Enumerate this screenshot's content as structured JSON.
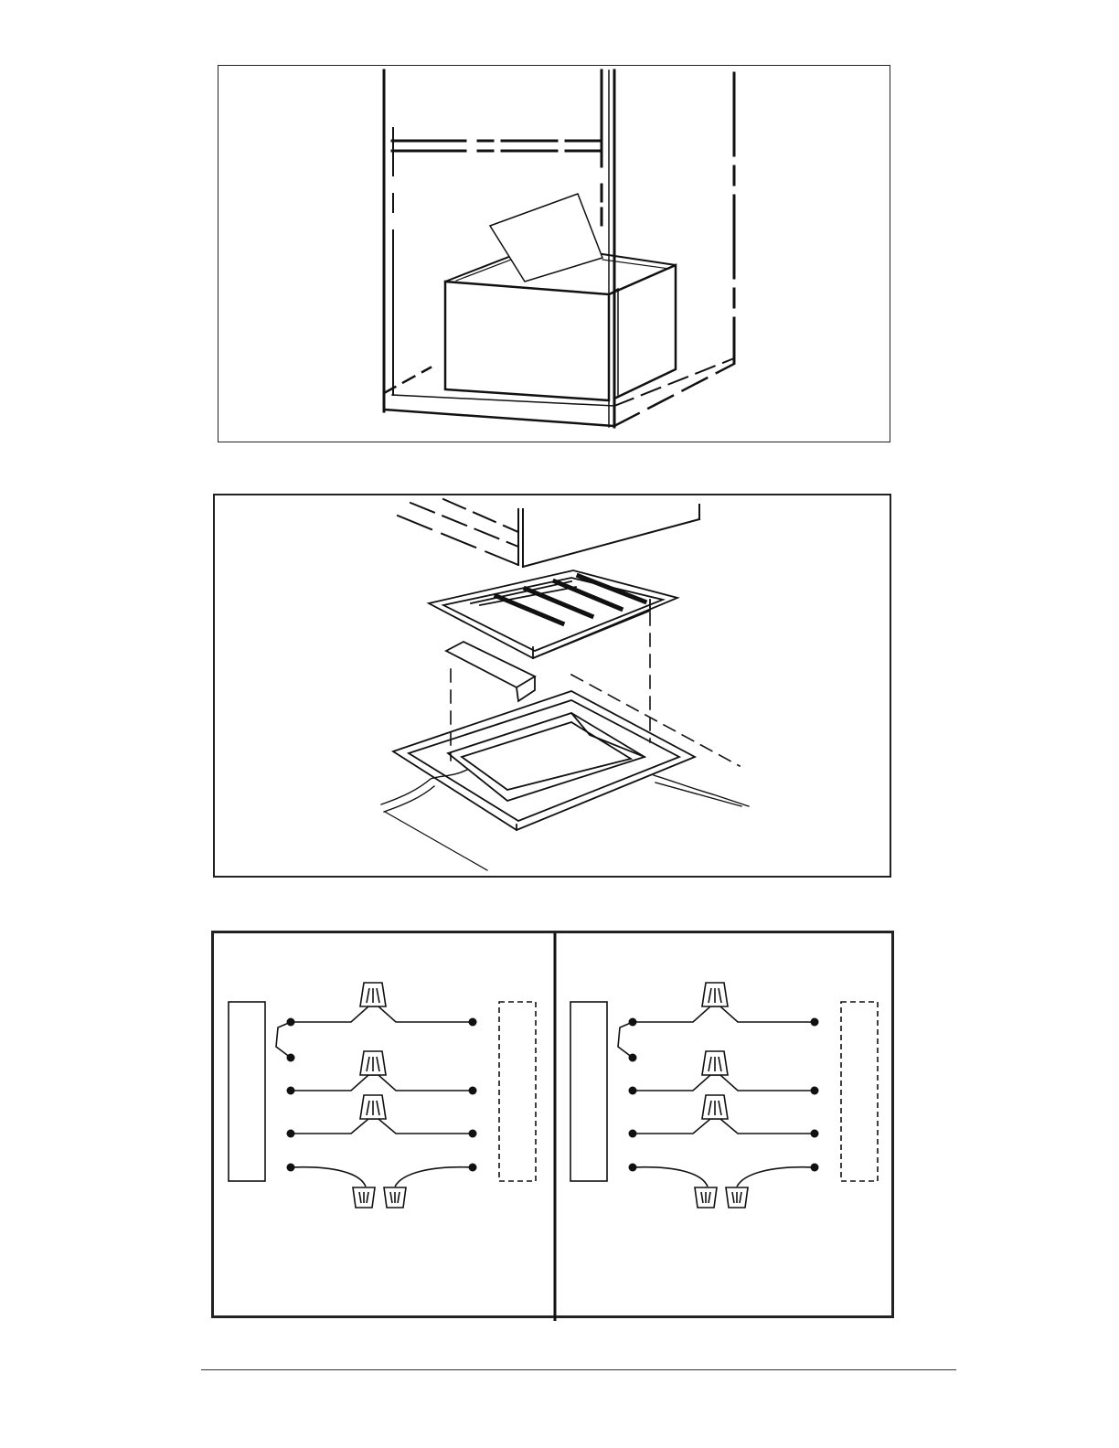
{
  "page": {
    "figures": [
      {
        "id": "fig1",
        "subject": "cabinet-with-box-illustration"
      },
      {
        "id": "fig2",
        "subject": "floor-opening-frame-exploded-illustration"
      },
      {
        "id": "fig3",
        "subject": "wiring-diagram-pair"
      }
    ]
  },
  "colors": {
    "ink": "#111111",
    "paper": "#ffffff"
  },
  "wiring": {
    "diagrams": 2,
    "wires_per_diagram": 4,
    "connectors_on_wires": 3,
    "loose_connectors": 2
  }
}
